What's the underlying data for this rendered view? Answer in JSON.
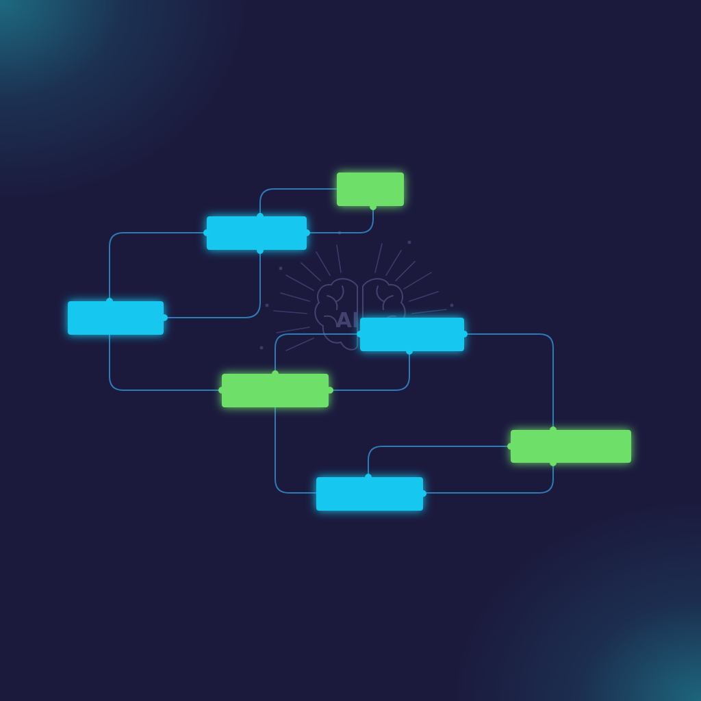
{
  "colors": {
    "background": "#1b1a3d",
    "accent_blue": "#17c8ef",
    "accent_green": "#6ee06a",
    "connector": "#2f86c4",
    "brain": "#4a4a78"
  },
  "emblem": {
    "icon": "brain-icon",
    "label": "AI"
  },
  "nodes": [
    {
      "id": "n1",
      "color": "green"
    },
    {
      "id": "n2",
      "color": "blue"
    },
    {
      "id": "n3",
      "color": "blue"
    },
    {
      "id": "n4",
      "color": "blue"
    },
    {
      "id": "n5",
      "color": "green"
    },
    {
      "id": "n6",
      "color": "green"
    },
    {
      "id": "n7",
      "color": "blue"
    }
  ]
}
